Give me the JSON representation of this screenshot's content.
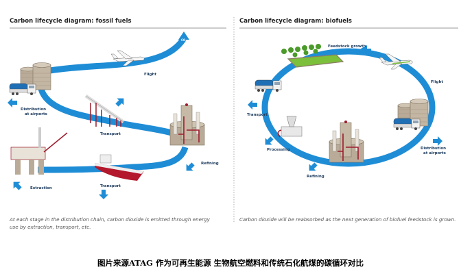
{
  "colors": {
    "flow": "#1f8dd6",
    "tank": "#b9ab97",
    "pipe": "#9e1b2c",
    "crop": "#7cbf3a",
    "ink": "#1b3a5c"
  },
  "fossil": {
    "title": "Carbon lifecycle diagram: fossil fuels",
    "labels": {
      "flight": "Flight",
      "distribution_1": "Distribution",
      "distribution_2": "at airports",
      "transport_pipeline": "Transport",
      "refining": "Refining",
      "extraction": "Extraction",
      "transport_ship": "Transport"
    },
    "co2": "CO₂",
    "note_1": "At each stage in the distribution chain, carbon dioxide is emitted through energy",
    "note_2": "use by extraction, transport, etc."
  },
  "bio": {
    "title": "Carbon lifecycle diagram: biofuels",
    "labels": {
      "feedstock": "Feedstock growth",
      "flight": "Flight",
      "transport": "Transport",
      "processing": "Processing",
      "refining": "Refining",
      "distribution_1": "Distribution",
      "distribution_2": "at airports"
    },
    "co2": "CO₂",
    "note": "Carbon dioxide will be reabsorbed as the next generation of biofuel feedstock is grown."
  },
  "caption": "图片来源ATAG 作为可再生能源 生物航空燃料和传统石化航煤的碳循环对比"
}
